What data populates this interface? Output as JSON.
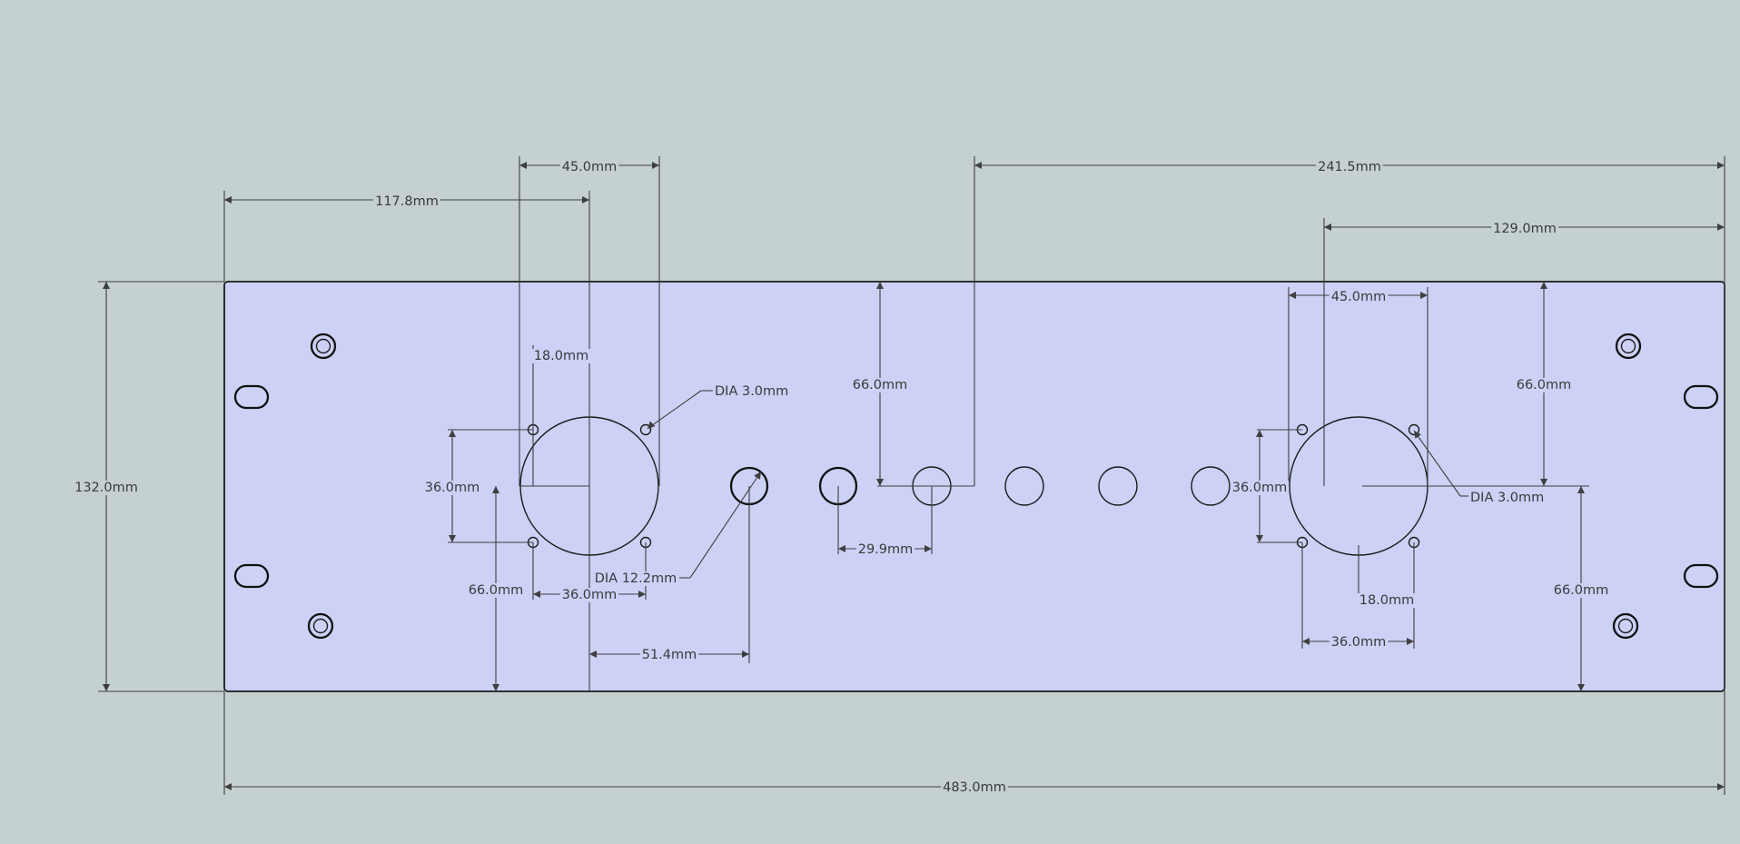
{
  "drawing": {
    "colors": {
      "background": "#c5d0d0",
      "panel_fill": "#ccd1f5",
      "line": "#3f3f3f",
      "text": "#3a3a3a"
    },
    "dimensions": {
      "overall_width": "483.0mm",
      "panel_height": "132.0mm",
      "left_meter_offset": "117.8mm",
      "left_meter_span": "45.0mm",
      "left_screw_offset": "18.0mm",
      "left_screw_dia": "DIA 3.0mm",
      "left_screw_vertical": "36.0mm",
      "left_meter_height": "66.0mm",
      "left_screw_horizontal": "36.0mm",
      "knob_dia": "DIA 12.2mm",
      "knob_offset": "51.4mm",
      "switch_row_height": "66.0mm",
      "switch_spacing": "29.9mm",
      "right_offset_total": "241.5mm",
      "right_meter_offset": "129.0mm",
      "right_meter_span": "45.0mm",
      "right_top_height": "66.0mm",
      "right_screw_vertical": "36.0mm",
      "right_screw_dia": "DIA 3.0mm",
      "right_bottom_height": "66.0mm",
      "right_screw_offset": "18.0mm",
      "right_screw_horizontal": "36.0mm"
    }
  }
}
